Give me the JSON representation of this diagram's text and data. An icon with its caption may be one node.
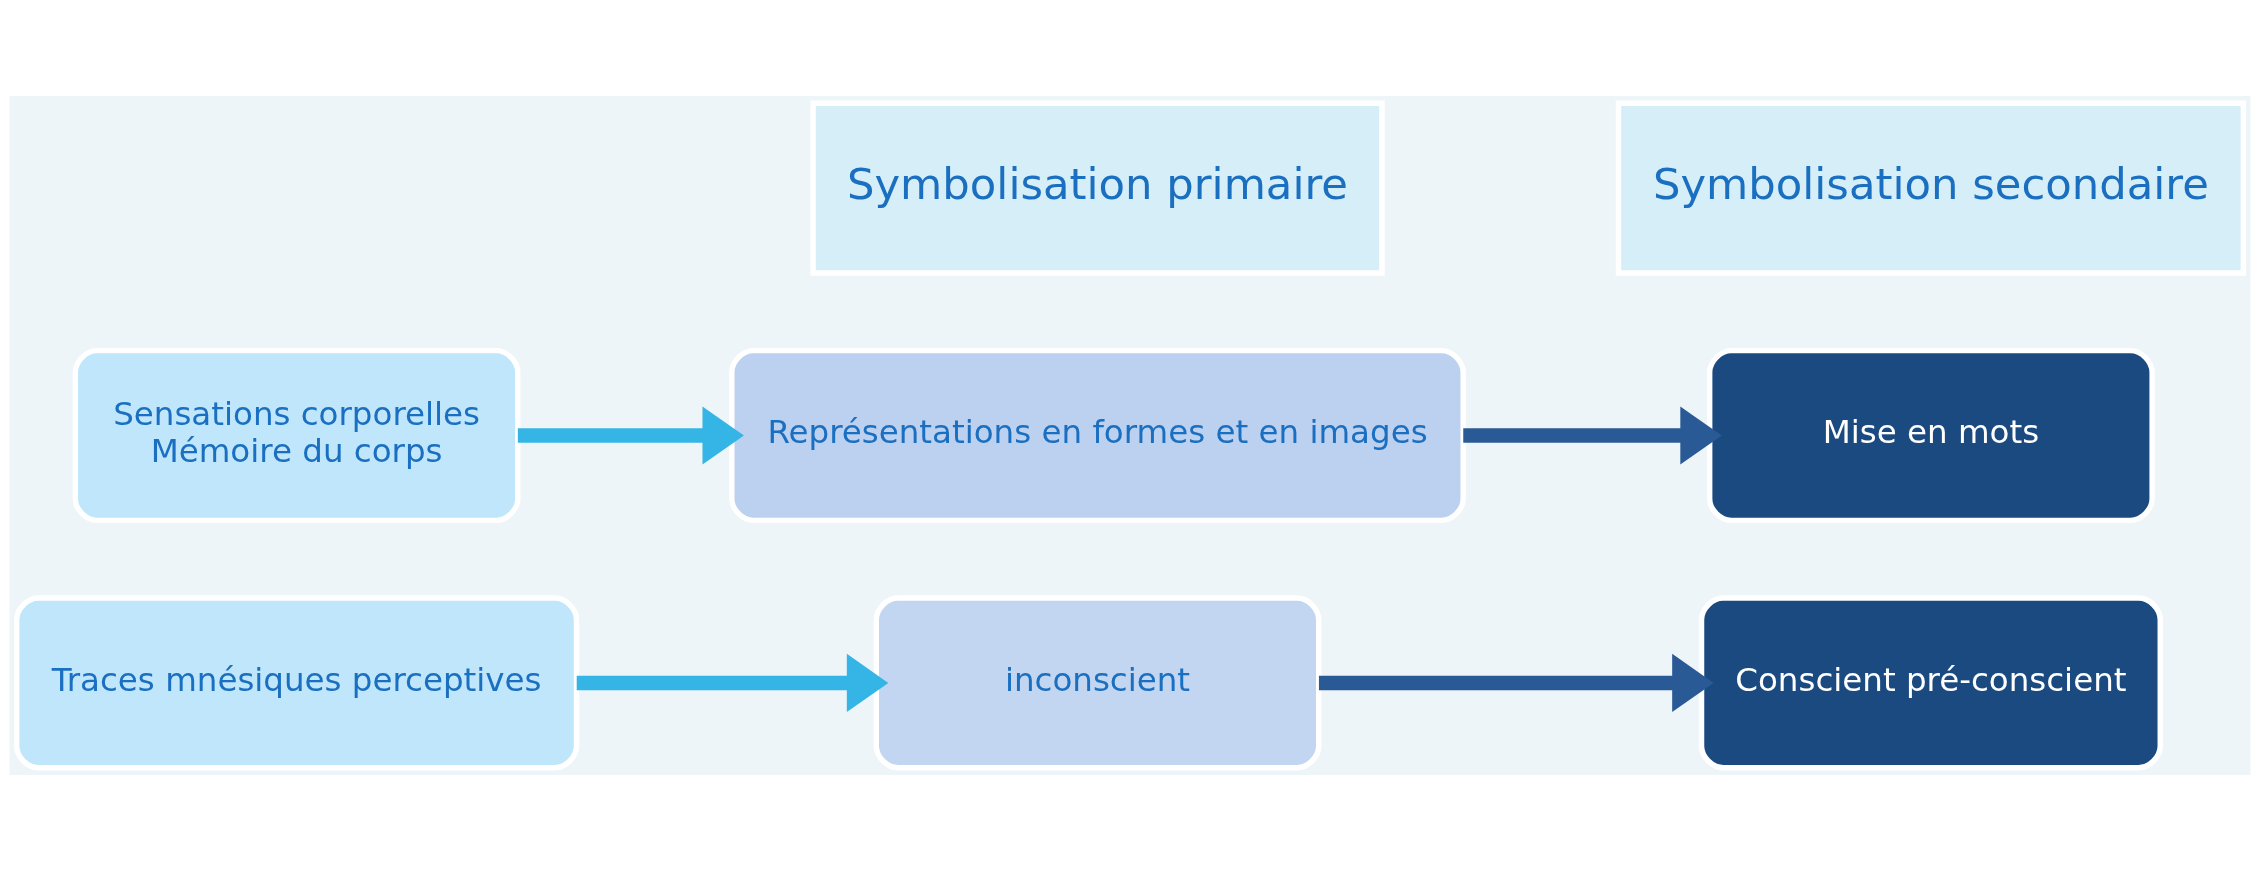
{
  "diagram": {
    "nodes": [
      {
        "text": [
          "Traces mnésiques perceptives"
        ]
      },
      {
        "text": [
          "inconscient"
        ]
      },
      {
        "text": [
          "Conscient pré-conscient"
        ]
      },
      {
        "text": [
          "Sensations corporelles",
          "Mémoire du corps"
        ]
      },
      {
        "text": [
          "Représentations en formes et en images"
        ]
      },
      {
        "text": [
          "Mise en mots"
        ]
      },
      {
        "text": [
          "Symbolisation primaire"
        ]
      },
      {
        "text": [
          "Symbolisation secondaire"
        ]
      }
    ],
    "edges": [
      {
        "from": 0,
        "to": 1,
        "arrow": "to",
        "color": "#35b5e5"
      },
      {
        "from": 1,
        "to": 2,
        "arrow": "to",
        "color": "#2a5a95"
      },
      {
        "from": 3,
        "to": 4,
        "arrow": "to",
        "color": "#35b5e5"
      },
      {
        "from": 4,
        "to": 5,
        "arrow": "to",
        "color": "#2a5a95"
      }
    ]
  }
}
